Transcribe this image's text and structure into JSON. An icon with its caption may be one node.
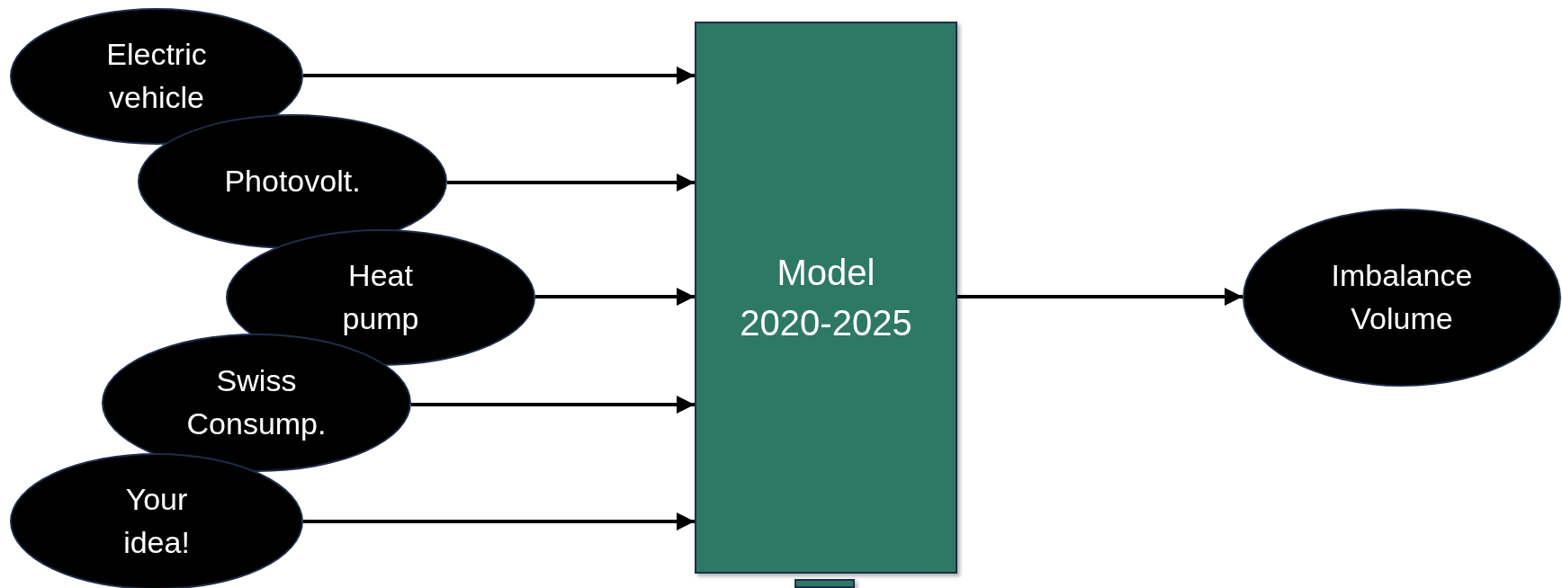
{
  "diagram": {
    "nodes": [
      {
        "text": [
          "Electric vehicle"
        ]
      },
      {
        "text": [
          "Photovolt."
        ]
      },
      {
        "text": [
          "Heat pump"
        ]
      },
      {
        "text": [
          "Swiss Consump."
        ]
      },
      {
        "text": [
          "Your idea!"
        ]
      },
      {
        "text": [
          "Model 2020-2025"
        ]
      },
      {
        "text": [
          "Imbalance Volume"
        ]
      },
      {
        "text": [],
        "shape": "box"
      }
    ],
    "edges": [
      {
        "from": 0,
        "to": 5,
        "arrow": "to"
      },
      {
        "from": 1,
        "to": 5,
        "arrow": "to"
      },
      {
        "from": 2,
        "to": 5,
        "arrow": "to"
      },
      {
        "from": 3,
        "to": 5,
        "arrow": "to"
      },
      {
        "from": 4,
        "to": 5,
        "arrow": "to"
      },
      {
        "from": 5,
        "to": 6,
        "arrow": "to"
      }
    ]
  }
}
